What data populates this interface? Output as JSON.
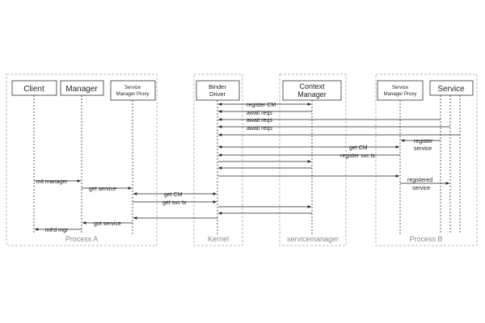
{
  "groups": {
    "process_a": "Process A",
    "kernel": "Kernel",
    "servicemanager": "servicemanager",
    "process_b": "Process B"
  },
  "participants": {
    "client": "Client",
    "manager": "Manager",
    "smp_a": [
      "Service",
      "Manager Proxy"
    ],
    "binder": [
      "Binder",
      "Driver"
    ],
    "context_manager": [
      "Context",
      "Manager"
    ],
    "smp_b": [
      "Service",
      "Manager Proxy"
    ],
    "service": "Service"
  },
  "messages": {
    "register_cm": "register CM",
    "await_reqs_1": "await reqs",
    "await_reqs_2": "await reqs",
    "await_reqs_3": "await reqs",
    "get_cm_b": "get CM",
    "register_svc_tx": "register svc tx",
    "register_service": [
      "register",
      "service"
    ],
    "registered_service": [
      "registered",
      "service"
    ],
    "init_manager": "init manager",
    "get_service": "get service",
    "get_cm_a": "get CM",
    "get_svc_tx": "get svc tx",
    "got_service": "got service",
    "initd_mgr": "init'd mgr"
  },
  "colors": {
    "group_border": "#b8b8b8",
    "line": "#333333",
    "label": "#222222",
    "group_label": "#8a8a8a"
  }
}
